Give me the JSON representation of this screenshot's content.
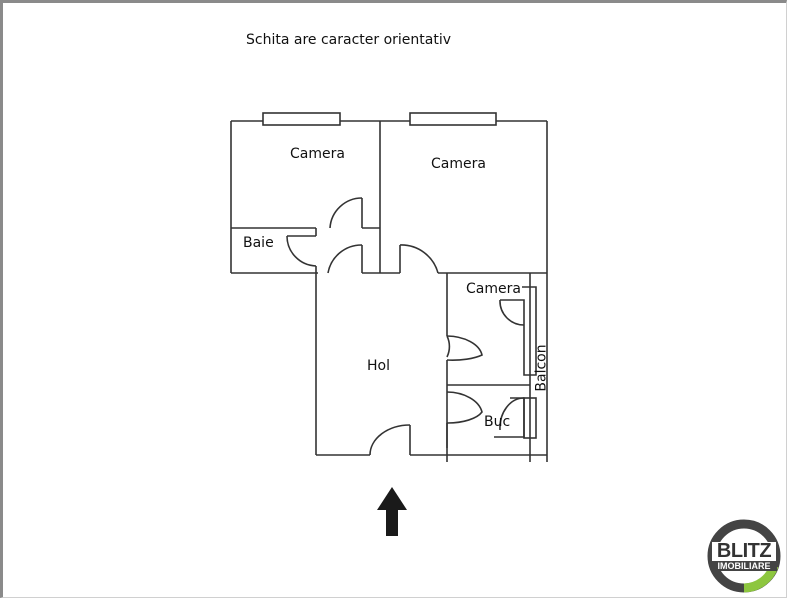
{
  "title": "Schita are caracter orientativ",
  "rooms": [
    {
      "name": "Camera",
      "id": "camera-1"
    },
    {
      "name": "Camera",
      "id": "camera-2"
    },
    {
      "name": "Baie",
      "id": "baie"
    },
    {
      "name": "Camera",
      "id": "camera-3"
    },
    {
      "name": "Hol",
      "id": "hol"
    },
    {
      "name": "Buc",
      "id": "buc"
    },
    {
      "name": "Balcon",
      "id": "balcon"
    }
  ],
  "entrance_arrow": "up-arrow-icon",
  "logo": {
    "line1": "BLITZ",
    "line2": "IMOBILIARE",
    "ring_color": "#444444",
    "accent_color": "#8dc63f"
  },
  "colors": {
    "wall": "#333333",
    "thin": "#777777"
  }
}
